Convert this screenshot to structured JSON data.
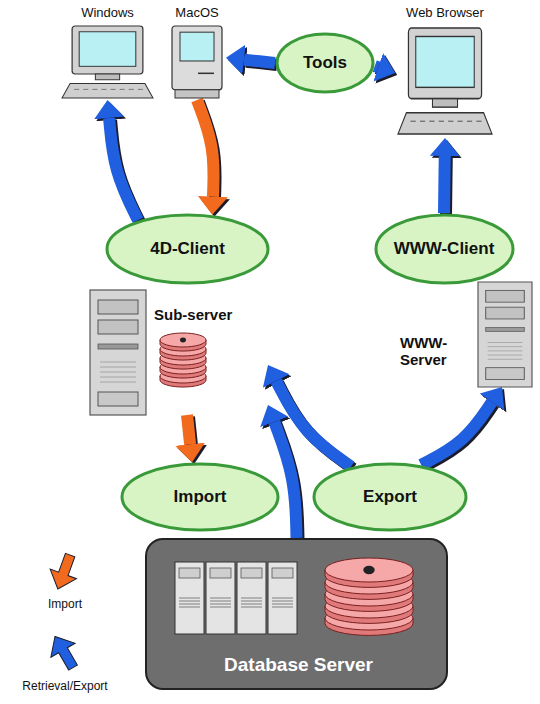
{
  "diagram": {
    "nodes": [
      {
        "text": [
          "Windows"
        ]
      },
      {
        "text": [
          "MacOS"
        ]
      },
      {
        "text": [
          "Tools"
        ]
      },
      {
        "text": [
          "Web Browser"
        ]
      },
      {
        "text": [
          "4D-Client"
        ]
      },
      {
        "text": [
          "WWW-Client"
        ]
      },
      {
        "text": [
          "Sub-server"
        ]
      },
      {
        "text": [
          "WWW- Server"
        ]
      },
      {
        "text": [
          "Import"
        ]
      },
      {
        "text": [
          "Export"
        ]
      },
      {
        "text": [
          "Database Server"
        ]
      }
    ],
    "edges": [
      {
        "from": 2,
        "to": 1,
        "arrow": "to"
      },
      {
        "from": 2,
        "to": 3,
        "arrow": "to"
      },
      {
        "from": 4,
        "to": 0,
        "arrow": "to"
      },
      {
        "from": 1,
        "to": 4,
        "arrow": "to"
      },
      {
        "from": 5,
        "to": 3,
        "arrow": "to"
      },
      {
        "from": 6,
        "to": 8,
        "arrow": "to"
      },
      {
        "from": 9,
        "to": 6,
        "arrow": "to"
      },
      {
        "from": 10,
        "to": 6,
        "arrow": "to"
      },
      {
        "from": 9,
        "to": 7,
        "arrow": "to"
      }
    ],
    "legend": [
      {
        "text": "Import",
        "color": "#f26a1e"
      },
      {
        "text": "Retrieval/Export",
        "color": "#1f5fe0"
      }
    ]
  }
}
